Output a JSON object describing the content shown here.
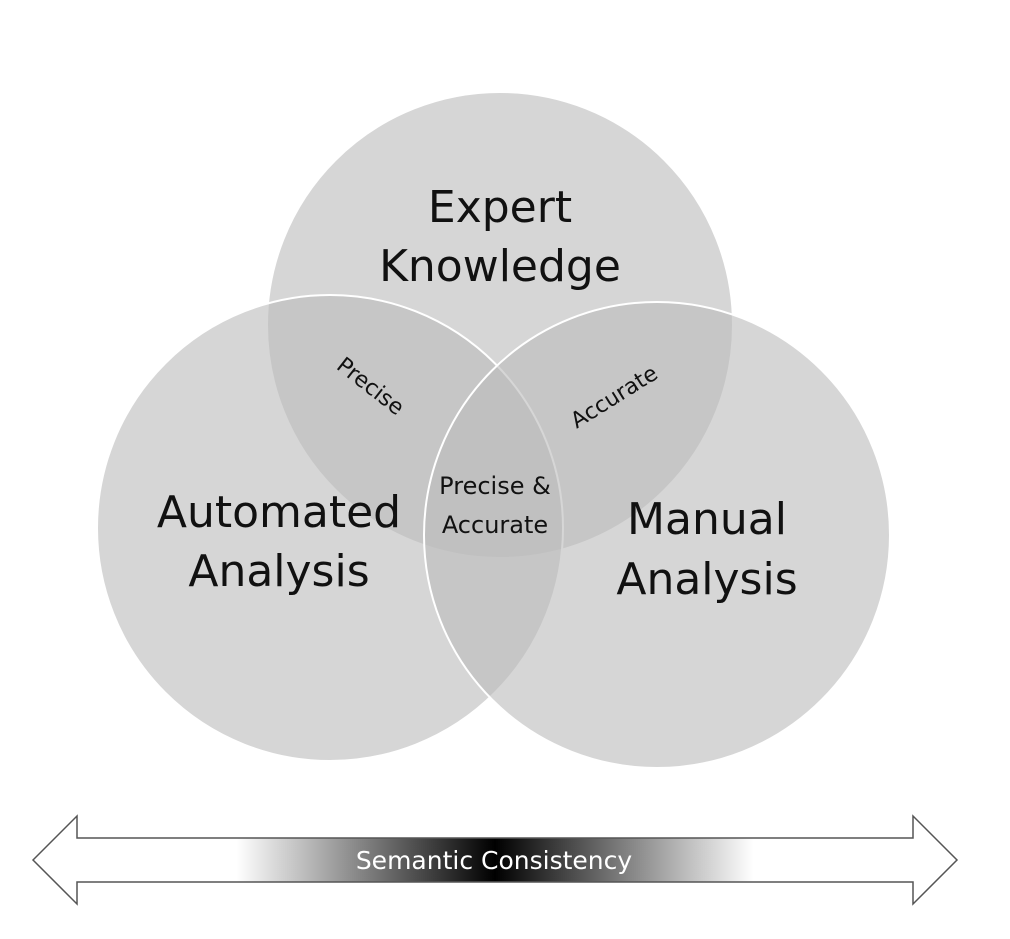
{
  "circles": {
    "top": {
      "line1": "Expert",
      "line2": "Knowledge"
    },
    "left": {
      "line1": "Automated",
      "line2": "Analysis"
    },
    "right": {
      "line1": "Manual",
      "line2": "Analysis"
    }
  },
  "overlaps": {
    "top_left": "Precise",
    "top_right": "Accurate",
    "center_line1": "Precise &",
    "center_line2": "Accurate"
  },
  "arrow": {
    "label": "Semantic Consistency",
    "direction": "bidirectional"
  },
  "colors": {
    "circle_fill": "#c8c8c8",
    "circle_stroke": "#ffffff",
    "arrow_gradient_edge": "#ffffff",
    "arrow_gradient_center": "#000000",
    "arrow_outline": "#555555"
  }
}
